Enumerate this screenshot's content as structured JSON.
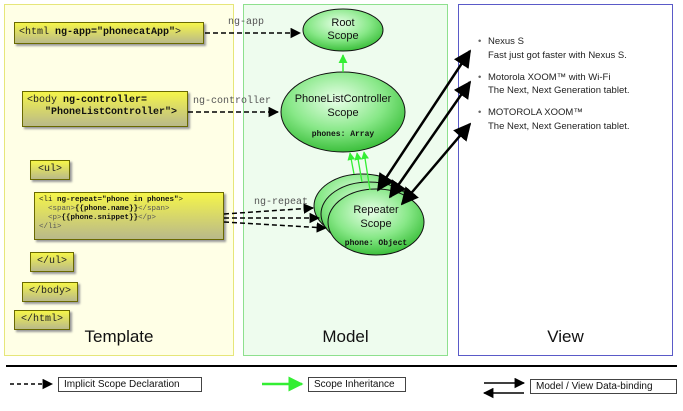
{
  "panels": {
    "template_title": "Template",
    "model_title": "Model",
    "view_title": "View"
  },
  "code": {
    "html_open": {
      "pre": "<html ",
      "kw": "ng-app=\"phonecatApp\"",
      "post": ">"
    },
    "body_open": {
      "pre": "<body ",
      "kw": "ng-controller=",
      "line2": "\"PhoneListController\">"
    },
    "ul_open": "<ul>",
    "li_line1_pre": "<li ",
    "li_line1_kw": "ng-repeat=\"phone in phones\"",
    "li_line1_post": ">",
    "li_line2_pre": "<span>",
    "li_line2_kw": "{{phone.name}}",
    "li_line2_post": "</span>",
    "li_line3_pre": "<p>",
    "li_line3_kw": "{{phone.snippet}}",
    "li_line3_post": "</p>",
    "li_close": "</li>",
    "ul_close": "</ul>",
    "body_close": "</body>",
    "html_close": "</html>"
  },
  "edges": {
    "ng_app": "ng-app",
    "ng_controller": "ng-controller",
    "ng_repeat": "ng-repeat"
  },
  "scopes": {
    "root": {
      "line1": "Root",
      "line2": "Scope"
    },
    "controller": {
      "line1": "PhoneListController",
      "line2": "Scope",
      "prop": "phones: Array"
    },
    "repeater": {
      "line1": "Repeater",
      "line2": "Scope",
      "prop": "phone: Object"
    }
  },
  "view": {
    "items": [
      {
        "name": "Nexus S",
        "snippet": "Fast just got faster with Nexus S."
      },
      {
        "name": "Motorola XOOM™ with Wi-Fi",
        "snippet": "The Next, Next Generation tablet."
      },
      {
        "name": "MOTOROLA XOOM™",
        "snippet": "The Next, Next Generation tablet."
      }
    ]
  },
  "legend": {
    "implicit": "Implicit Scope Declaration",
    "inheritance": "Scope Inheritance",
    "binding": "Model / View Data-binding"
  },
  "colors": {
    "template_bg": "#ffffe6",
    "model_bg": "#eefcee",
    "view_border": "#5a5ac8",
    "scope_fill": "#33cc33",
    "inherit_arrow": "#33ee33"
  }
}
